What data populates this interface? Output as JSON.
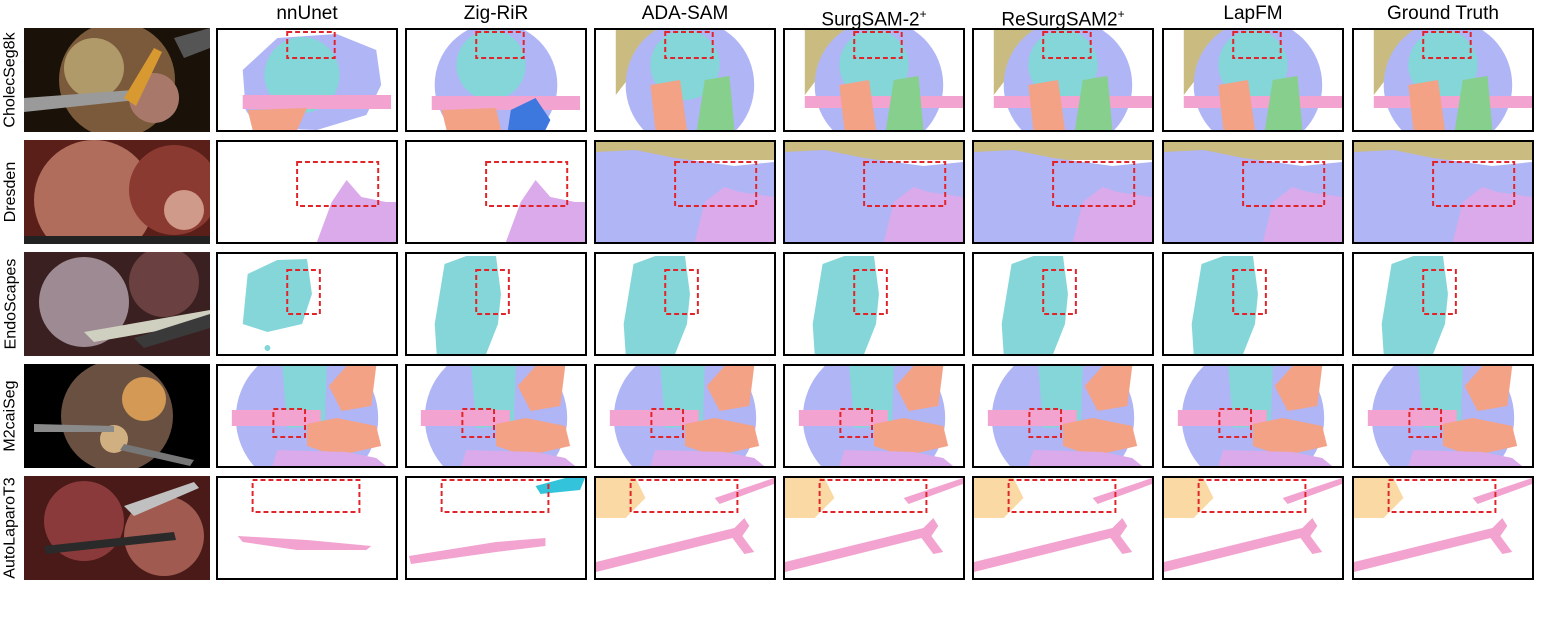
{
  "columns": [
    {
      "name": "nnUnet",
      "sup": ""
    },
    {
      "name": "Zig-RiR",
      "sup": ""
    },
    {
      "name": "ADA-SAM",
      "sup": ""
    },
    {
      "name": "SurgSAM-2",
      "sup": "+"
    },
    {
      "name": "ReSurgSAM2",
      "sup": "+"
    },
    {
      "name": "LapFM",
      "sup": ""
    },
    {
      "name": "Ground Truth",
      "sup": ""
    }
  ],
  "rows": [
    {
      "label": "CholecSeg8k"
    },
    {
      "label": "Dresden"
    },
    {
      "label": "EndoScapes"
    },
    {
      "label": "M2caiSeg"
    },
    {
      "label": "AutoLaparoT3"
    }
  ],
  "colors": {
    "liver": "#b0b5f5",
    "gallbladder": "#85d6d9",
    "fat": "#cabc80",
    "tool_pink": "#f2a3cf",
    "salmon": "#f3a286",
    "green": "#86cf8d",
    "lavender": "#dbaaeb",
    "peach": "#fbd9a4",
    "cyan_tool": "#33c4dc",
    "blue_tool": "#3d78de",
    "highlight_box": "#e0242a",
    "panel_border": "#000000"
  }
}
